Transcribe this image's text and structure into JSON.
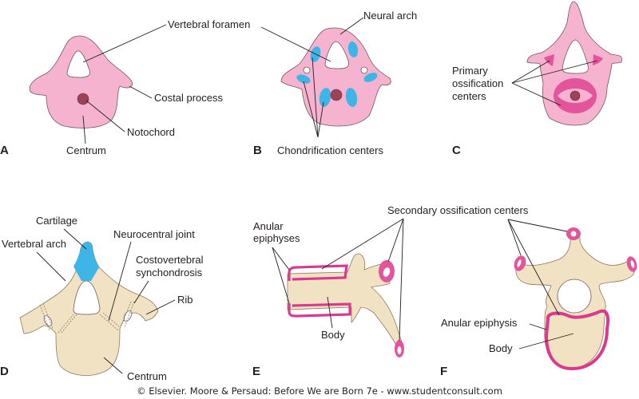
{
  "figure": {
    "colors": {
      "mesenchyme_pink": "#f5b3cf",
      "notochord": "#9b4358",
      "chondrification_blue": "#3db5e6",
      "ossification_magenta": "#e2559c",
      "bone_tan": "#f1e2c3",
      "text": "#231f20"
    },
    "panels": {
      "A": {
        "letter": "A",
        "labels": {
          "vertebral_foramen": "Vertebral foramen",
          "costal_process": "Costal process",
          "notochord": "Notochord",
          "centrum": "Centrum"
        }
      },
      "B": {
        "letter": "B",
        "labels": {
          "neural_arch": "Neural arch",
          "chondrification_centers": "Chondrification centers"
        }
      },
      "C": {
        "letter": "C",
        "labels": {
          "primary_line1": "Primary",
          "primary_line2": "ossification",
          "primary_line3": "centers"
        }
      },
      "D": {
        "letter": "D",
        "labels": {
          "cartilage": "Cartilage",
          "vertebral_arch": "Vertebral arch",
          "neurocentral_joint": "Neurocentral joint",
          "costovertebral_line1": "Costovertebral",
          "costovertebral_line2": "synchondrosis",
          "rib": "Rib",
          "centrum": "Centrum"
        }
      },
      "E": {
        "letter": "E",
        "labels": {
          "anular_line1": "Anular",
          "anular_line2": "epiphyses",
          "body": "Body",
          "secondary_ossification_centers": "Secondary ossification centers"
        }
      },
      "F": {
        "letter": "F",
        "labels": {
          "anular_epiphysis": "Anular epiphysis",
          "body": "Body"
        }
      }
    },
    "credit": "© Elsevier. Moore & Persaud: Before We are Born 7e - www.studentconsult.com"
  }
}
